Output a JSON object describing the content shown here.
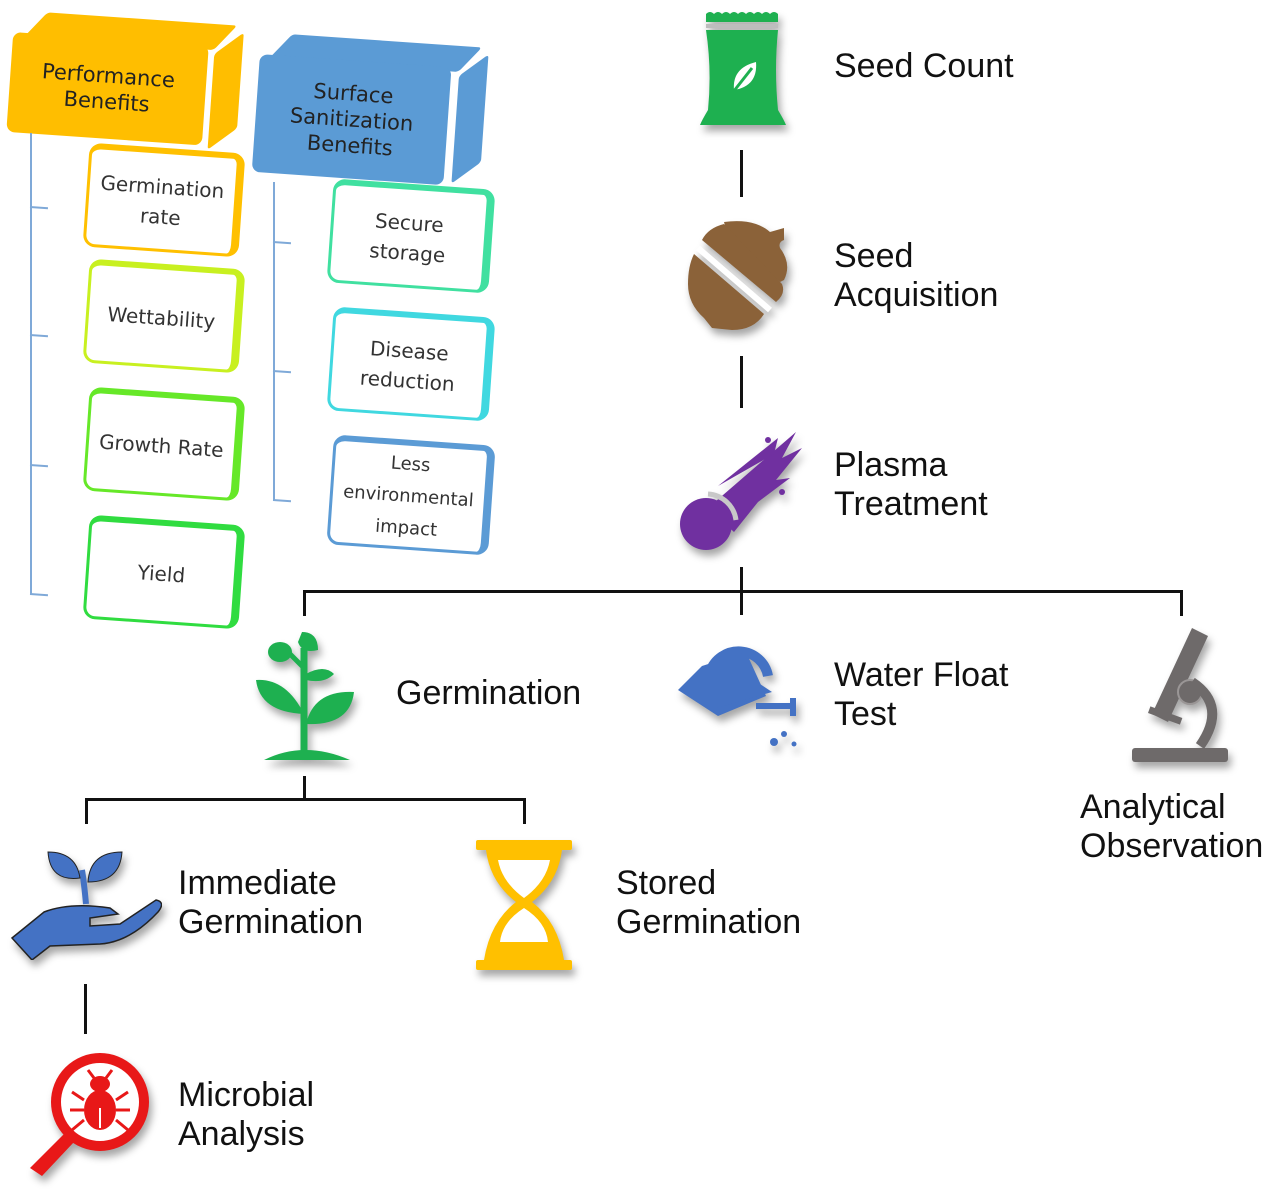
{
  "benefits": {
    "performance": {
      "title": "Performance Benefits",
      "title_line1": "Performance",
      "title_line2": "Benefits",
      "color": "#FFBE00",
      "items": [
        {
          "line1": "Germination",
          "line2": "rate",
          "color": "#FFC000"
        },
        {
          "line1": "Wettability",
          "line2": "",
          "color": "#C8F020"
        },
        {
          "line1": "Growth Rate",
          "line2": "",
          "color": "#66E828"
        },
        {
          "line1": "Yield",
          "line2": "",
          "color": "#30DC40"
        }
      ]
    },
    "sanitization": {
      "title": "Surface Sanitization Benefits",
      "title_line1": "Surface",
      "title_line2": "Sanitization",
      "title_line3": "Benefits",
      "color": "#5B9BD5",
      "items": [
        {
          "line1": "Secure",
          "line2": "storage",
          "line3": "",
          "color": "#40E0A0"
        },
        {
          "line1": "Disease",
          "line2": "reduction",
          "line3": "",
          "color": "#40D8E0"
        },
        {
          "line1": "Less",
          "line2": "environmental",
          "line3": "impact",
          "color": "#5B9BD5"
        }
      ]
    }
  },
  "workflow": {
    "seed_count": {
      "line1": "Seed Count",
      "icon": "seed-bag-icon",
      "color": "#1EB050"
    },
    "seed_acquisition": {
      "line1": "Seed",
      "line2": "Acquisition",
      "icon": "acorn-icon",
      "color": "#8B6239"
    },
    "plasma_treatment": {
      "line1": "Plasma",
      "line2": "Treatment",
      "icon": "comet-icon",
      "color": "#7030A0"
    },
    "germination": {
      "line1": "Germination",
      "icon": "plant-icon",
      "color": "#1EB050"
    },
    "water_float_test": {
      "line1": "Water Float",
      "line2": "Test",
      "icon": "watering-can-icon",
      "color": "#4472C4"
    },
    "analytical_observation": {
      "line1": "Analytical",
      "line2": "Observation",
      "icon": "microscope-icon",
      "color": "#6E6A6A"
    },
    "immediate_germination": {
      "line1": "Immediate",
      "line2": "Germination",
      "icon": "hand-sprout-icon",
      "color": "#4472C4"
    },
    "stored_germination": {
      "line1": "Stored",
      "line2": "Germination",
      "icon": "hourglass-icon",
      "color": "#FFC000"
    },
    "microbial_analysis": {
      "line1": "Microbial",
      "line2": "Analysis",
      "icon": "bug-magnifier-icon",
      "color": "#E81818"
    }
  }
}
